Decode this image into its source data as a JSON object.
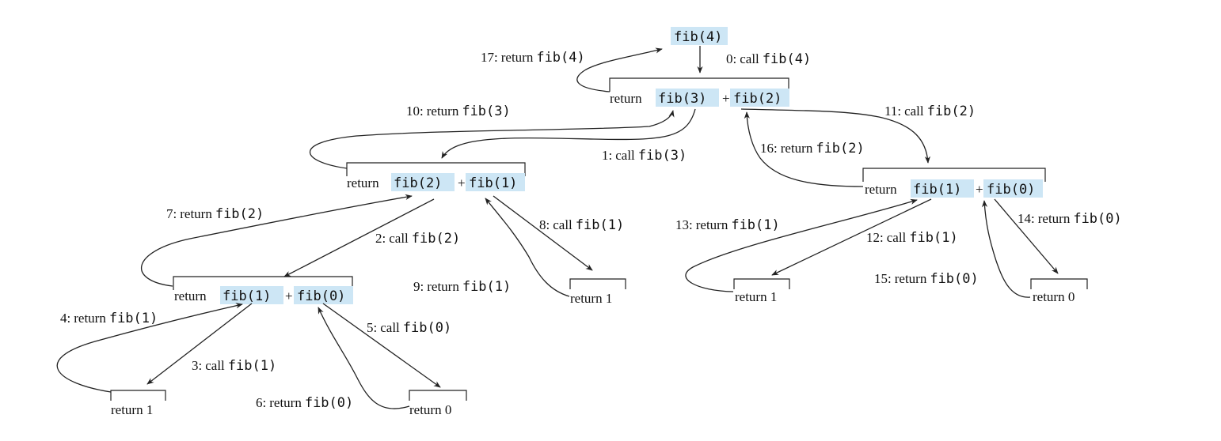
{
  "root": {
    "call": "fib(4)"
  },
  "exprs": {
    "r": {
      "ret": "return",
      "a": "fib(3)",
      "op": "+",
      "b": "fib(2)"
    },
    "a": {
      "ret": "return",
      "a": "fib(2)",
      "op": "+",
      "b": "fib(1)"
    },
    "b": {
      "ret": "return",
      "a": "fib(1)",
      "op": "+",
      "b": "fib(0)"
    },
    "c": {
      "ret": "return",
      "a": "fib(1)",
      "op": "+",
      "b": "fib(0)"
    }
  },
  "leaves": {
    "l1": "return 1",
    "l2": "return 0",
    "l3": "return 1",
    "l4": "return 1",
    "l5": "return 0"
  },
  "steps": [
    {
      "n": "0:",
      "verb": "call",
      "fn": "fib(4)"
    },
    {
      "n": "1:",
      "verb": "call",
      "fn": "fib(3)"
    },
    {
      "n": "2:",
      "verb": "call",
      "fn": "fib(2)"
    },
    {
      "n": "3:",
      "verb": "call",
      "fn": "fib(1)"
    },
    {
      "n": "4:",
      "verb": "return",
      "fn": "fib(1)"
    },
    {
      "n": "5:",
      "verb": "call",
      "fn": "fib(0)"
    },
    {
      "n": "6:",
      "verb": "return",
      "fn": "fib(0)"
    },
    {
      "n": "7:",
      "verb": "return",
      "fn": "fib(2)"
    },
    {
      "n": "8:",
      "verb": "call",
      "fn": "fib(1)"
    },
    {
      "n": "9:",
      "verb": "return",
      "fn": "fib(1)"
    },
    {
      "n": "10:",
      "verb": "return",
      "fn": "fib(3)"
    },
    {
      "n": "11:",
      "verb": "call",
      "fn": "fib(2)"
    },
    {
      "n": "12:",
      "verb": "call",
      "fn": "fib(1)"
    },
    {
      "n": "13:",
      "verb": "return",
      "fn": "fib(1)"
    },
    {
      "n": "14:",
      "verb": "return",
      "fn": "fib(0)"
    },
    {
      "n": "15:",
      "verb": "return",
      "fn": "fib(0)"
    },
    {
      "n": "16:",
      "verb": "return",
      "fn": "fib(2)"
    },
    {
      "n": "17:",
      "verb": "return",
      "fn": "fib(4)"
    }
  ],
  "colors": {
    "highlight": "#cde6f5",
    "ink": "#222222"
  }
}
